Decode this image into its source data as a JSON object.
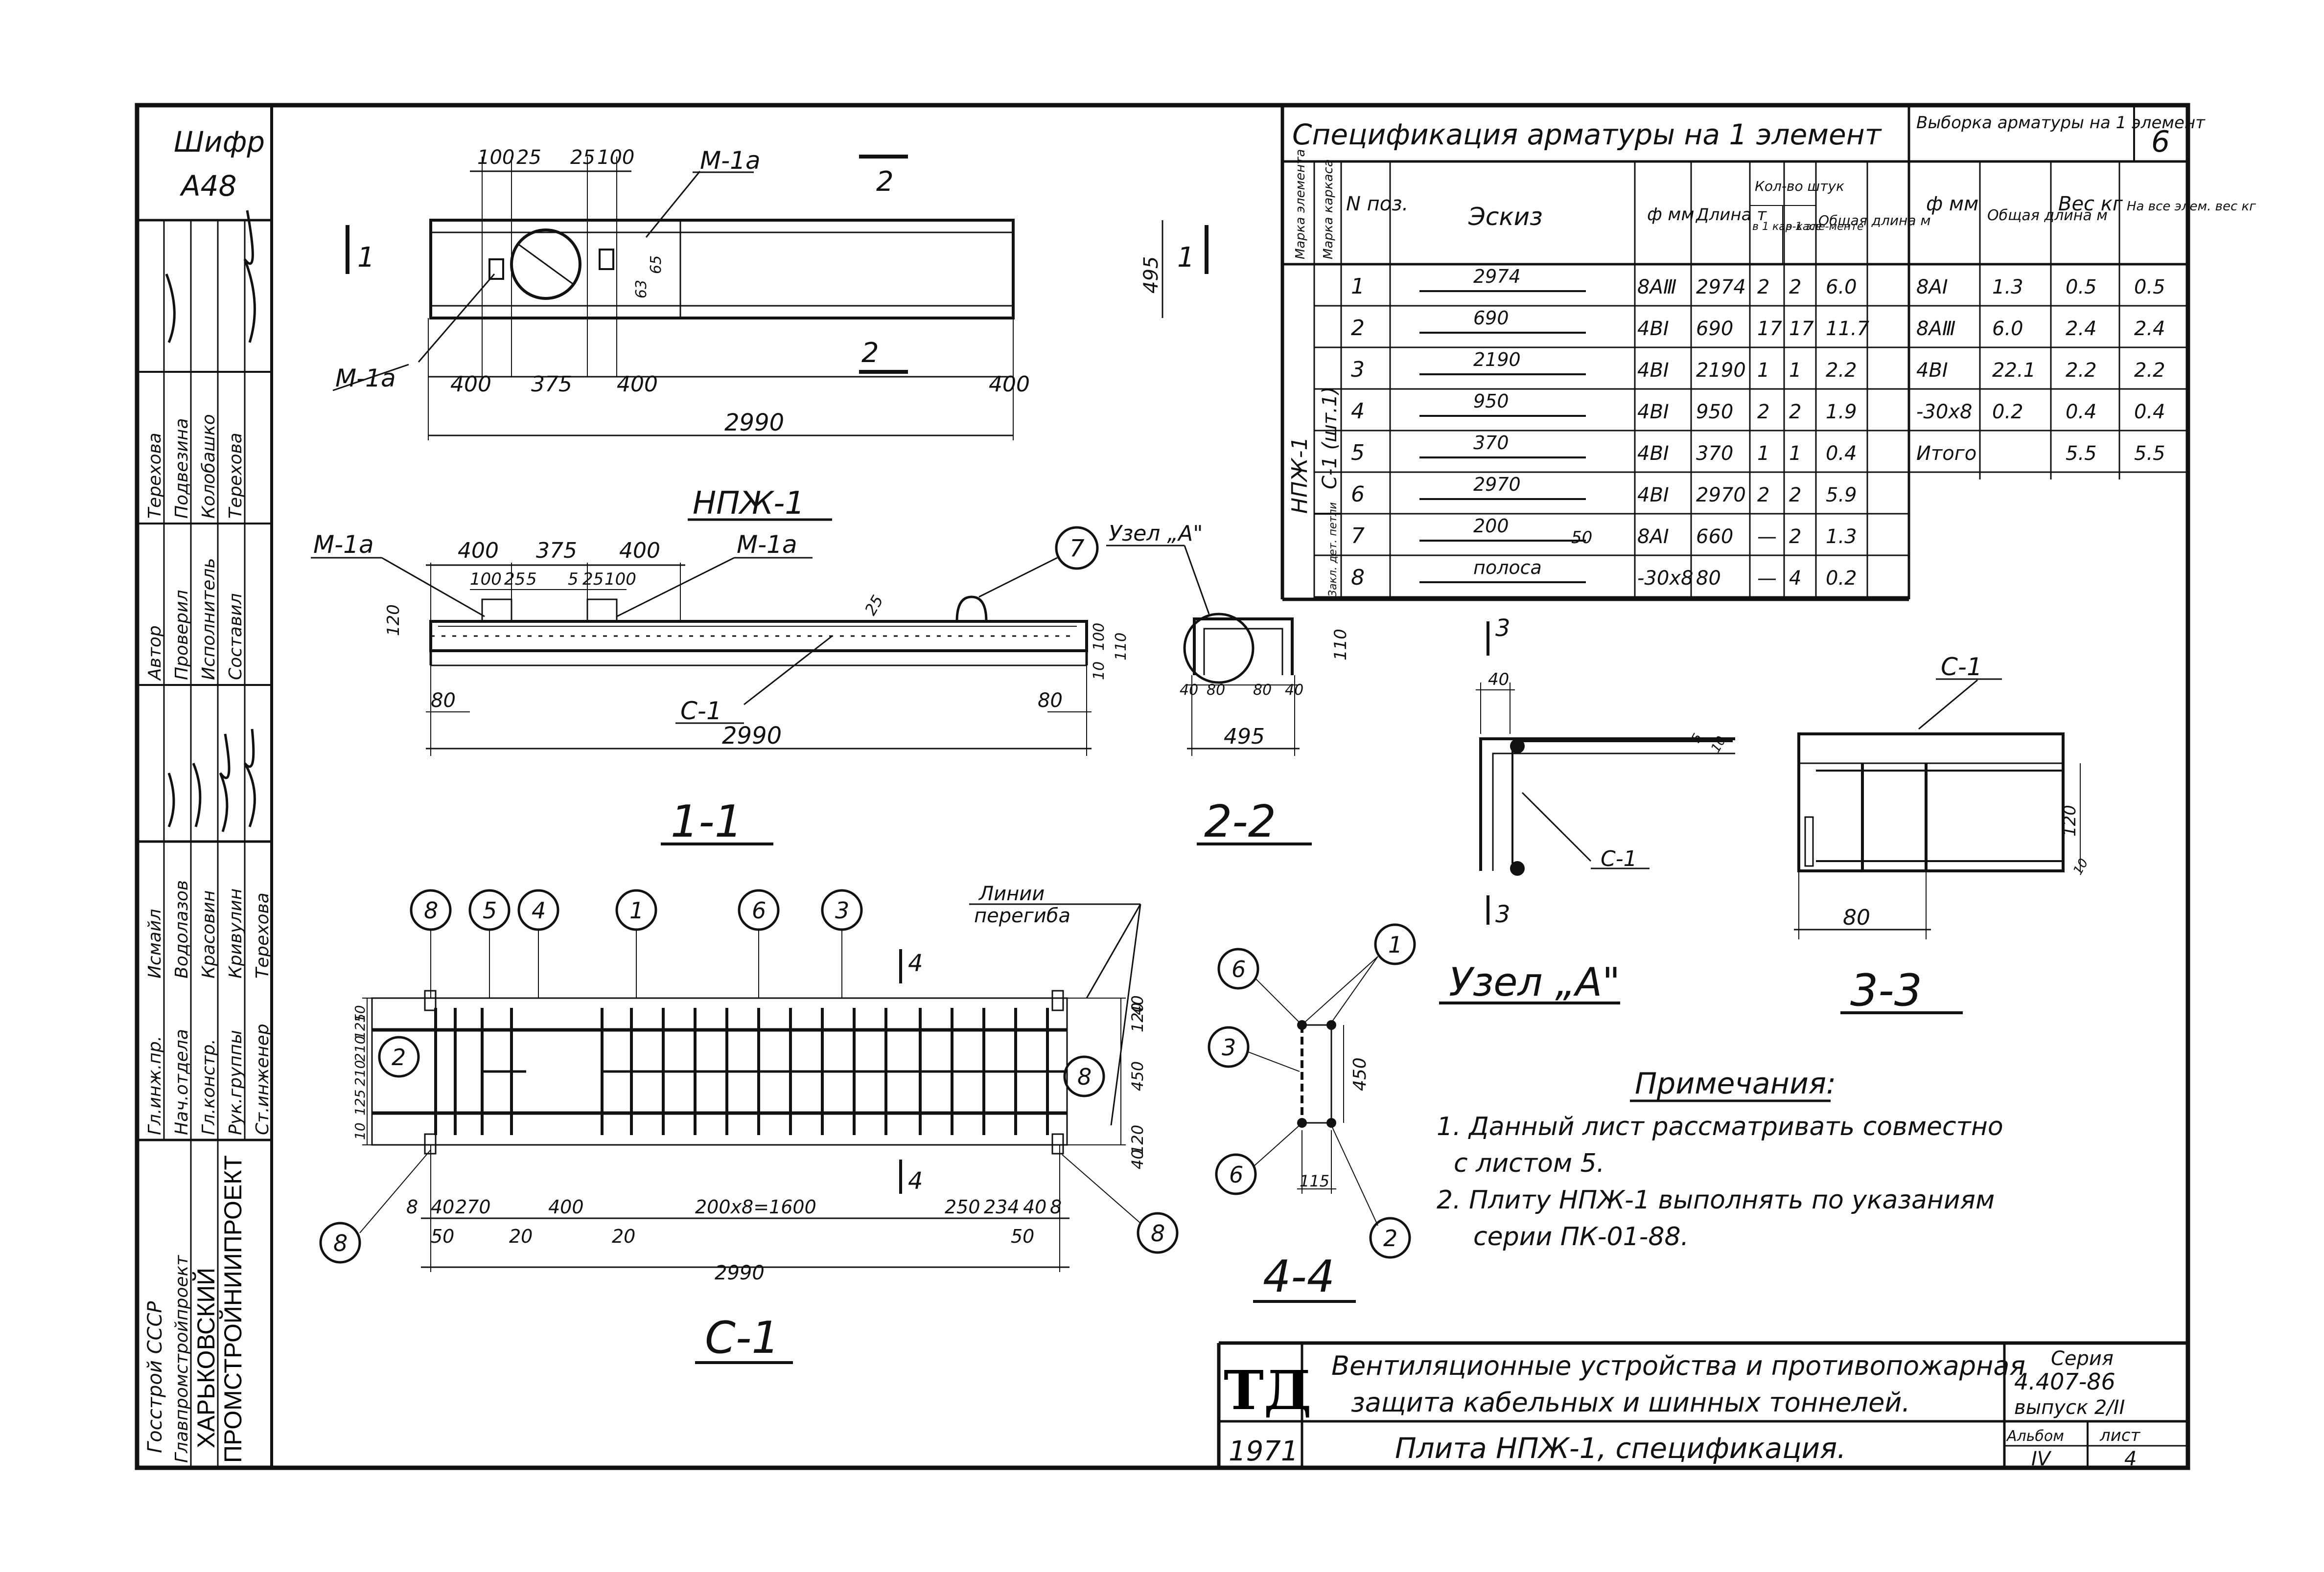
{
  "stamp": {
    "code": "Шифр",
    "code_value": "А48",
    "org_line1": "Госстрой СССР",
    "org_line2": "Главпромстройпроект",
    "org_name1": "ХАРЬКОВСКИЙ",
    "org_name2": "ПРОМСТРОЙНИИПРОЕКТ",
    "roles": [
      "Гл.инж.пр.",
      "Нач.отдела",
      "Гл.констр.",
      "Рук.группы",
      "Ст.инженер"
    ],
    "names": [
      "Исмайл",
      "Водолазов",
      "Красовин",
      "Кривулин",
      "Терехова"
    ],
    "roles2": [
      "Автор",
      "Проверил",
      "Исполнитель",
      "Составил"
    ],
    "names2": [
      "Терехова",
      "Подвезина",
      "Колобашко",
      "Терехова"
    ]
  },
  "spec": {
    "title": "Спецификация арматуры на 1 элемент",
    "title2": "Выборка арматуры на 1 элемент",
    "sheet_no": "6",
    "h_mark": "Марка элемента",
    "h_frame": "Марка каркаса",
    "h_pos": "N поз.",
    "h_sketch": "Эскиз",
    "h_dia": "ф мм",
    "h_len": "Длина т",
    "h_qty": "Кол-во штук",
    "h_qty1": "в 1 кар-касе",
    "h_qty2": "в 1 эле-менте",
    "h_total": "Общая длина м",
    "h_dia2": "ф мм",
    "h_total2": "Общая длина м",
    "h_weight": "Вес кг",
    "h_weight_all": "На все элем. вес кг",
    "mark": "НПЖ-1",
    "frame": "С-1 (шт.1)",
    "frame2": "Закл. дет. петли",
    "rows": [
      {
        "pos": "1",
        "sketch": "2974",
        "dia": "8AⅢ",
        "len": "2974",
        "q1": "2",
        "q2": "2",
        "total": "6.0"
      },
      {
        "pos": "2",
        "sketch": "690",
        "dia": "4BⅠ",
        "len": "690",
        "q1": "17",
        "q2": "17",
        "total": "11.7"
      },
      {
        "pos": "3",
        "sketch": "2190",
        "dia": "4BⅠ",
        "len": "2190",
        "q1": "1",
        "q2": "1",
        "total": "2.2"
      },
      {
        "pos": "4",
        "sketch": "950",
        "dia": "4BⅠ",
        "len": "950",
        "q1": "2",
        "q2": "2",
        "total": "1.9"
      },
      {
        "pos": "5",
        "sketch": "370",
        "dia": "4BⅠ",
        "len": "370",
        "q1": "1",
        "q2": "1",
        "total": "0.4"
      },
      {
        "pos": "6",
        "sketch": "2970",
        "dia": "4BⅠ",
        "len": "2970",
        "q1": "2",
        "q2": "2",
        "total": "5.9"
      },
      {
        "pos": "7",
        "sketch": "200",
        "sketch2": "50",
        "dia": "8AⅠ",
        "len": "660",
        "q1": "—",
        "q2": "2",
        "total": "1.3"
      },
      {
        "pos": "8",
        "sketch": "полоса",
        "dia": "-30х8",
        "len": "80",
        "q1": "—",
        "q2": "4",
        "total": "0.2"
      }
    ],
    "rows2": [
      {
        "dia": "8AⅠ",
        "total": "1.3",
        "w": "0.5",
        "wall": "0.5"
      },
      {
        "dia": "8AⅢ",
        "total": "6.0",
        "w": "2.4",
        "wall": "2.4"
      },
      {
        "dia": "4BⅠ",
        "total": "22.1",
        "w": "2.2",
        "wall": "2.2"
      },
      {
        "dia": "-30х8",
        "total": "0.2",
        "w": "0.4",
        "wall": "0.4"
      },
      {
        "dia": "Итого",
        "total": "",
        "w": "5.5",
        "wall": "5.5"
      }
    ]
  },
  "plan": {
    "dims_top": [
      "100",
      "25",
      "25",
      "100"
    ],
    "dims_bottom": [
      "400",
      "375",
      "400",
      "400"
    ],
    "overall": "2990",
    "height": "495",
    "small": [
      "63",
      "65"
    ],
    "label_mi": "М-1а",
    "sec1": "1",
    "sec2": "2",
    "title": "НПЖ-1"
  },
  "s11": {
    "dims_top": [
      "400",
      "375",
      "400"
    ],
    "dims_top2": [
      "100",
      "25",
      "5",
      "5",
      "25",
      "100"
    ],
    "overall": "2990",
    "left": "80",
    "right": "80",
    "h1": "120",
    "h2": "10",
    "h3": "100",
    "h4": "110",
    "d25": "25",
    "frame": "С-1",
    "label_mi": "М-1а",
    "callout7": "7",
    "node": "Узел „А\"",
    "title": "1-1"
  },
  "s22": {
    "dims": [
      "40",
      "80",
      "80",
      "40"
    ],
    "overall": "495",
    "h": "110",
    "title": "2-2"
  },
  "nodeA": {
    "dim": "40",
    "label": "С-1",
    "d1": "5",
    "d2": "10",
    "sec": "3",
    "title": "Узел „А\""
  },
  "s33": {
    "label": "С-1",
    "h": "120",
    "w": "80",
    "d": "10",
    "title": "3-3"
  },
  "c1": {
    "callouts_top": [
      "8",
      "5",
      "4",
      "1",
      "6",
      "3"
    ],
    "callout_left": "2",
    "callouts_bottom": [
      "8",
      "8",
      "8"
    ],
    "bend_label1": "Линии",
    "bend_label2": "перегиба",
    "dims_left": [
      "10",
      "125",
      "210",
      "210",
      "125",
      "10"
    ],
    "dims_right": [
      "40",
      "120",
      "450",
      "120",
      "40"
    ],
    "dims_bottom": [
      "8",
      "40",
      "270",
      "400",
      "200х8=1600",
      "250",
      "234",
      "40",
      "8"
    ],
    "dims_bottom2": [
      "50",
      "20",
      "20",
      "50"
    ],
    "overall": "2990",
    "sec": "4",
    "title": "С-1"
  },
  "s44": {
    "callouts": [
      "6",
      "3",
      "6",
      "1",
      "2"
    ],
    "h": "450",
    "w": "115",
    "title": "4-4"
  },
  "notes": {
    "title": "Примечания:",
    "items": [
      "1. Данный лист рассматривать совместно",
      "с листом 5.",
      "2. Плиту НПЖ-1 выполнять по указаниям",
      "серии ПК-01-88."
    ]
  },
  "title_block": {
    "td": "ТД",
    "year": "1971",
    "desc1": "Вентиляционные устройства и противопожарная",
    "desc2": "защита кабельных и шинных тоннелей.",
    "sheet_title": "Плита НПЖ-1, спецификация.",
    "series_label": "Серия",
    "series": "4.407-86",
    "issue": "выпуск 2/II",
    "album_label": "Альбом",
    "album": "IV",
    "sheet_label": "лист",
    "sheet": "4"
  }
}
